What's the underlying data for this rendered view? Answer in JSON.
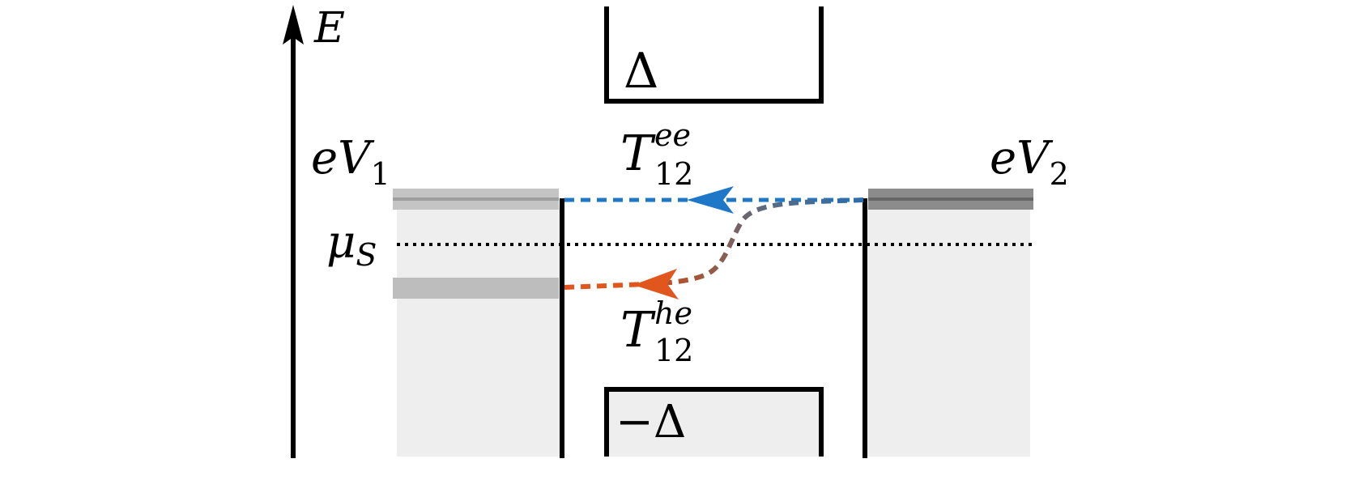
{
  "diagram": {
    "axis_label": "E",
    "gap_upper_label": "Δ",
    "gap_lower_label": "−Δ",
    "lead1_label": {
      "base": "eV",
      "sub": "1"
    },
    "lead2_label": {
      "base": "eV",
      "sub": "2"
    },
    "chemical_potential_label": {
      "base": "μ",
      "sub": "S"
    },
    "process_ee_label": {
      "base": "T",
      "sup": "ee",
      "sub": "12"
    },
    "process_he_label": {
      "base": "T",
      "sup": "he",
      "sub": "12"
    }
  },
  "colors": {
    "axis": "#000000",
    "lead_fill": "#eeeeee",
    "lead1_band": "#c4c4c4",
    "lead1_band_center": "#9e9e9e",
    "lead1_hole_band": "#bdbdbd",
    "lead2_band": "#8c8c8c",
    "lead2_band_center": "#666666",
    "electron_path": "#1f77c8",
    "hole_path": "#e0561c",
    "mixed_path_start": "#3e6a96",
    "mixed_path_end": "#9a5a3f",
    "chemical_potential_line": "#000000"
  }
}
